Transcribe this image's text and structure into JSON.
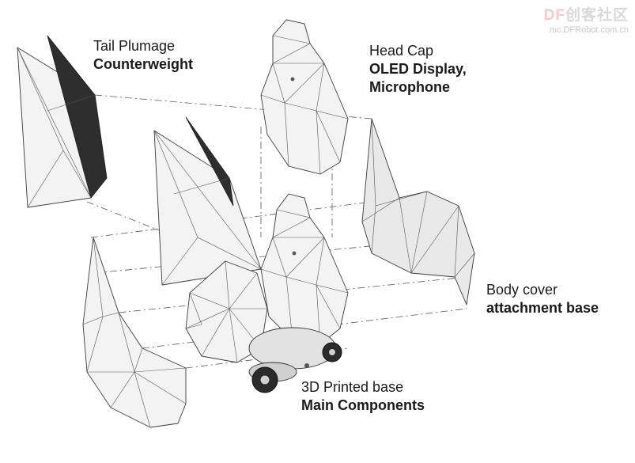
{
  "watermark": {
    "brand_prefix": "DF",
    "brand_suffix": "创客社区",
    "url": "mc.DFRobot.com.cn"
  },
  "labels": {
    "tail": {
      "title": "Tail Plumage",
      "subtitle": "Counterweight"
    },
    "head": {
      "title": "Head Cap",
      "subtitle_line1": "OLED Display,",
      "subtitle_line2": "Microphone"
    },
    "body": {
      "title": "Body cover",
      "subtitle": "attachment base"
    },
    "base": {
      "title": "3D Printed base",
      "subtitle": "Main Components"
    }
  }
}
